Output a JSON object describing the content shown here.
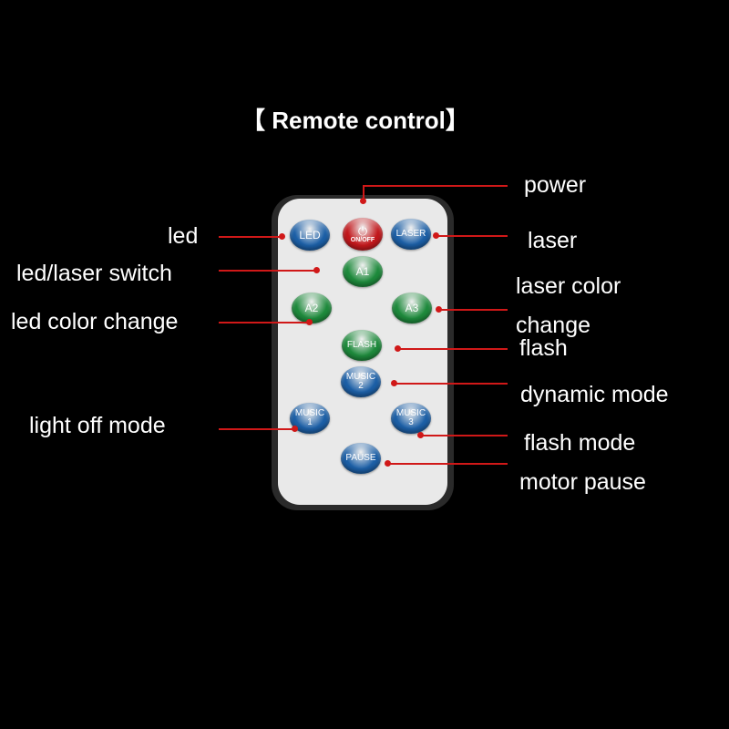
{
  "title": "【 Remote control】",
  "colors": {
    "background": "#000000",
    "body": "#e9e9e9",
    "blue": "#1c5fa6",
    "green": "#1e8a3c",
    "red": "#c2181c",
    "leader": "#d01818"
  },
  "buttons": {
    "led": {
      "label": "LED",
      "color": "#1c5fa6"
    },
    "power": {
      "icon": "power-icon",
      "label": "ON/OFF",
      "color": "#c2181c"
    },
    "laser": {
      "label": "LASER",
      "color": "#1c5fa6"
    },
    "a1": {
      "label": "A1",
      "color": "#1e8a3c"
    },
    "a2": {
      "label": "A2",
      "color": "#1e8a3c"
    },
    "a3": {
      "label": "A3",
      "color": "#1e8a3c"
    },
    "flash": {
      "label": "FLASH",
      "color": "#1e8a3c"
    },
    "music2": {
      "line1": "MUSIC",
      "line2": "2",
      "color": "#1c5fa6"
    },
    "music1": {
      "line1": "MUSIC",
      "line2": "1",
      "color": "#1c5fa6"
    },
    "music3": {
      "line1": "MUSIC",
      "line2": "3",
      "color": "#1c5fa6"
    },
    "pause": {
      "label": "PAUSE",
      "color": "#1c5fa6"
    }
  },
  "labels": {
    "power": "power",
    "led": "led",
    "laser": "laser",
    "switch": "led/laser switch",
    "laser_color_1": "laser color",
    "laser_color_2": "change",
    "led_color": "led color change",
    "flash": "flash",
    "dynamic": "dynamic mode",
    "light_off": "light off mode",
    "flash_mode": "flash mode",
    "motor_pause": "motor pause"
  }
}
